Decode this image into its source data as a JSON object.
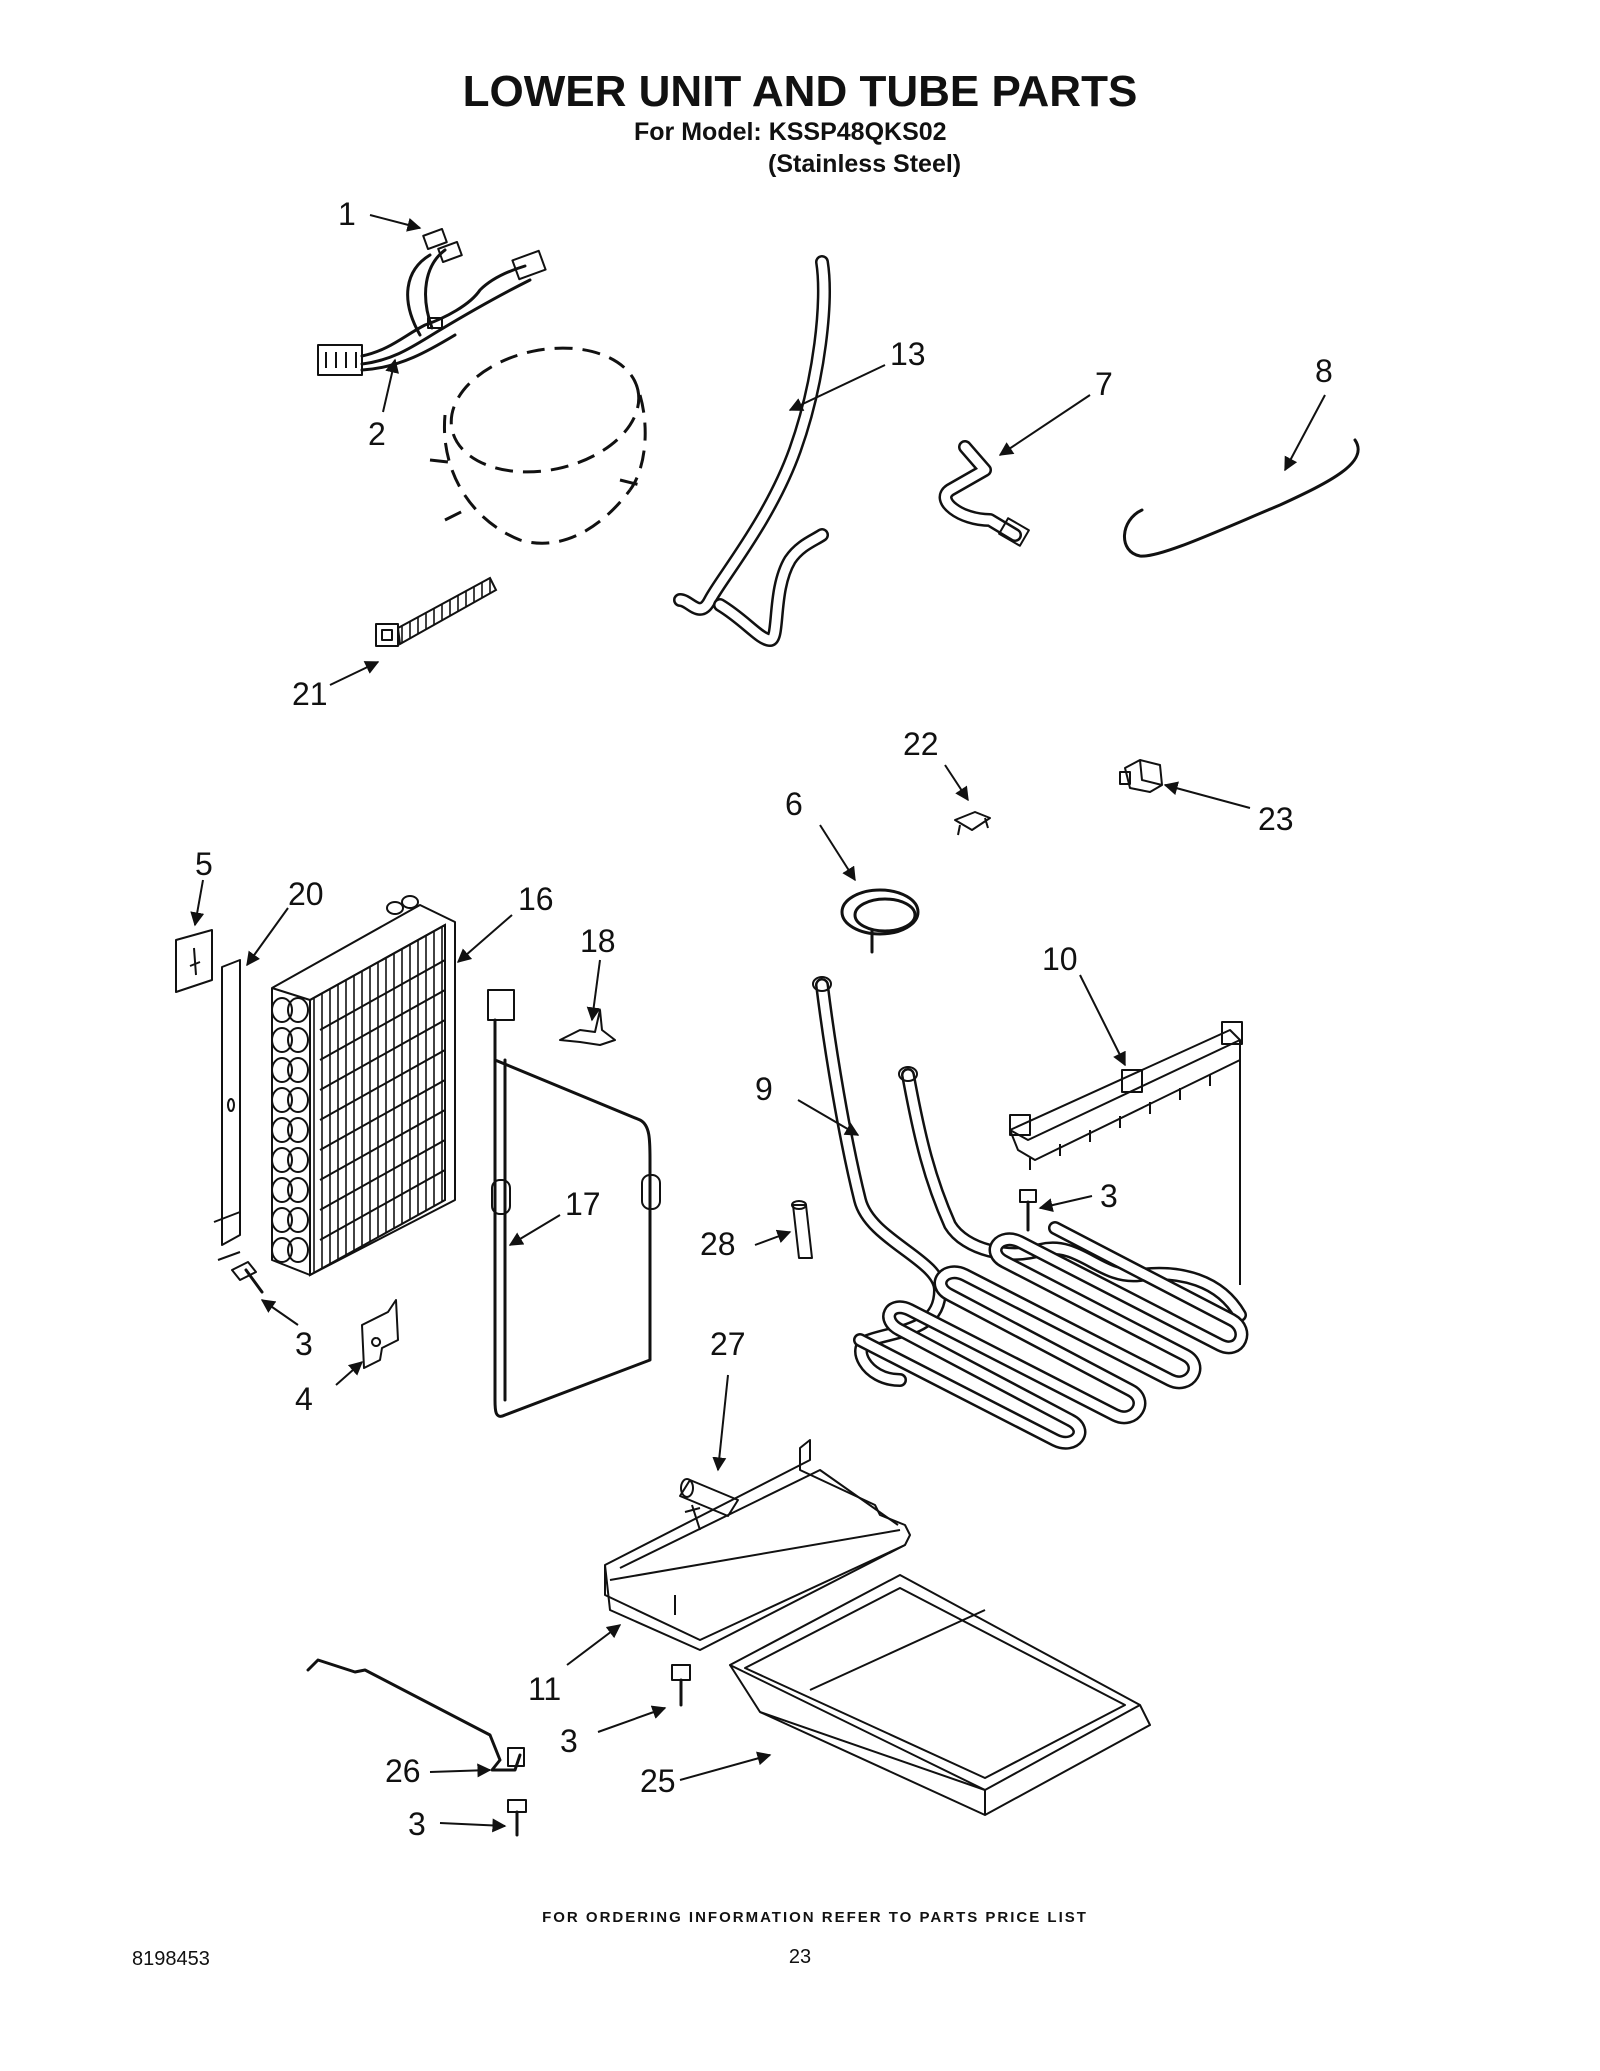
{
  "header": {
    "title": "LOWER UNIT AND TUBE PARTS",
    "model_line": "For Model: KSSP48QKS02",
    "finish_line": "(Stainless Steel)"
  },
  "callouts": {
    "c1": "1",
    "c2": "2",
    "c3a": "3",
    "c3b": "3",
    "c3c": "3",
    "c3d": "3",
    "c4": "4",
    "c5": "5",
    "c6": "6",
    "c7": "7",
    "c8": "8",
    "c9": "9",
    "c10": "10",
    "c11": "11",
    "c13": "13",
    "c16": "16",
    "c17": "17",
    "c18": "18",
    "c20": "20",
    "c21": "21",
    "c22": "22",
    "c23": "23",
    "c25": "25",
    "c26": "26",
    "c27": "27",
    "c28": "28"
  },
  "footer": {
    "ordering_note": "FOR ORDERING INFORMATION REFER TO PARTS PRICE LIST",
    "doc_number": "8198453",
    "page_number": "23"
  }
}
